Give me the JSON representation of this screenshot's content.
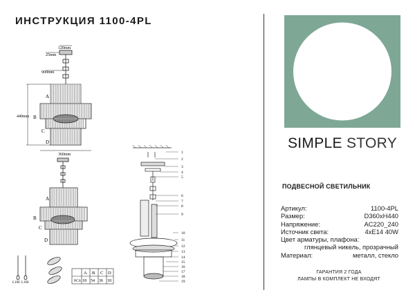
{
  "header": {
    "title": "ИНСТРУКЦИЯ 1100-4PL"
  },
  "brand": {
    "part1": "SIMPLE",
    "part2": "STORY"
  },
  "product": {
    "type": "ПОДВЕСНОЙ СВЕТИЛЬНИК"
  },
  "specs": [
    {
      "label": "Артикул:",
      "value": "1100-4PL"
    },
    {
      "label": "Размер:",
      "value": "D360xH440"
    },
    {
      "label": "Напряжение:",
      "value": "AC220_240"
    },
    {
      "label": "Источник света:",
      "value": "4xE14 40W"
    }
  ],
  "armature": {
    "label": "Цвет арматуры, плафона:",
    "value": "глянцевый никель, прозрачный"
  },
  "material": {
    "label": "Материал:",
    "value": "металл, стекло"
  },
  "footer": {
    "line1": "ГАРАНТИЯ 2 ГОДА",
    "line2": "ЛАМПЫ В КОМПЛЕКТ НЕ ВХОДЯТ"
  },
  "drawing": {
    "dim_top": "120mm",
    "dim_cap": "25mm",
    "dim_chain": "900mm",
    "dim_height": "440mm",
    "dim_width": "360mm",
    "tiers": [
      "A",
      "B",
      "C",
      "D"
    ],
    "parts": [
      "1",
      "2",
      "3",
      "4",
      "5",
      "6",
      "7",
      "8",
      "9",
      "10",
      "11",
      "12",
      "13",
      "14",
      "15",
      "16",
      "17",
      "18",
      "19"
    ],
    "lamp_len_1": "L160",
    "lamp_len_2": "L160",
    "table_header": [
      "A",
      "B",
      "C",
      "D"
    ],
    "table_label": "PCS",
    "table_values": [
      "18",
      "54",
      "36",
      "18"
    ]
  },
  "colors": {
    "logo_bg": "#7ea796",
    "logo_circle": "#ffffff",
    "text": "#1a1a1a"
  }
}
